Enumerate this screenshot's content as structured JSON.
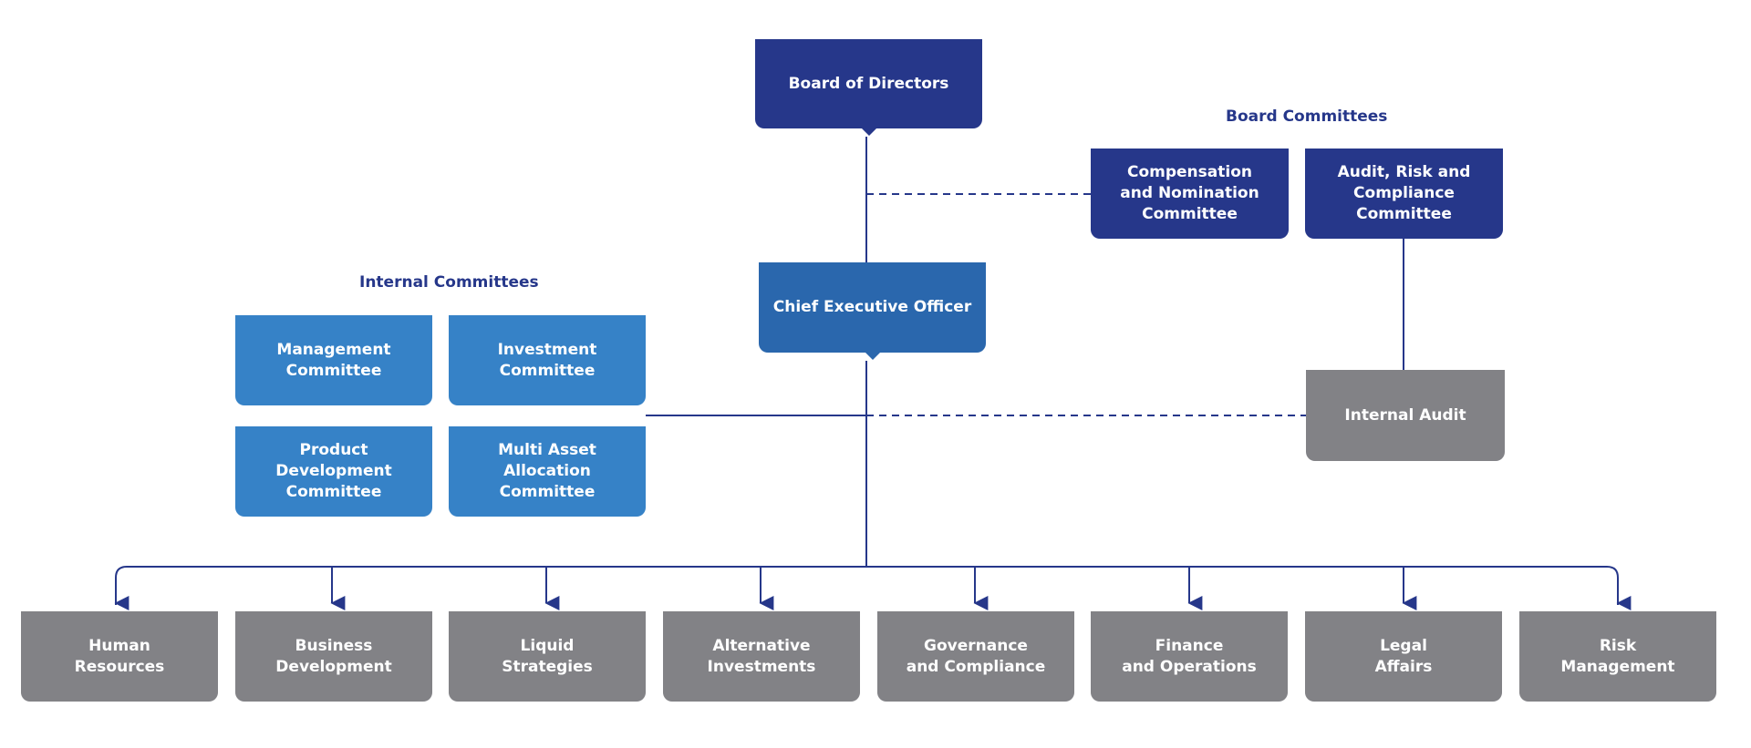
{
  "board": {
    "label": "Board of Directors"
  },
  "board_committees": {
    "heading": "Board Committees",
    "items": [
      {
        "label": "Compensation\nand Nomination\nCommittee"
      },
      {
        "label": "Audit, Risk and\nCompliance\nCommittee"
      }
    ]
  },
  "ceo": {
    "label": "Chief Executive Officer"
  },
  "internal_committees": {
    "heading": "Internal Committees",
    "items": [
      {
        "label": "Management\nCommittee"
      },
      {
        "label": "Investment\nCommittee"
      },
      {
        "label": "Product Development\nCommittee"
      },
      {
        "label": "Multi Asset Allocation\nCommittee"
      }
    ]
  },
  "internal_audit": {
    "label": "Internal Audit"
  },
  "departments": [
    {
      "label": "Human\nResources"
    },
    {
      "label": "Business\nDevelopment"
    },
    {
      "label": "Liquid\nStrategies"
    },
    {
      "label": "Alternative\nInvestments"
    },
    {
      "label": "Governance\nand Compliance"
    },
    {
      "label": "Finance\nand Operations"
    },
    {
      "label": "Legal\nAffairs"
    },
    {
      "label": "Risk\nManagement"
    }
  ],
  "colors": {
    "navy": "#26378a",
    "blue": "#3682c7",
    "ceo_blue": "#2a67ad",
    "grey": "#828286",
    "line": "#26378a"
  }
}
